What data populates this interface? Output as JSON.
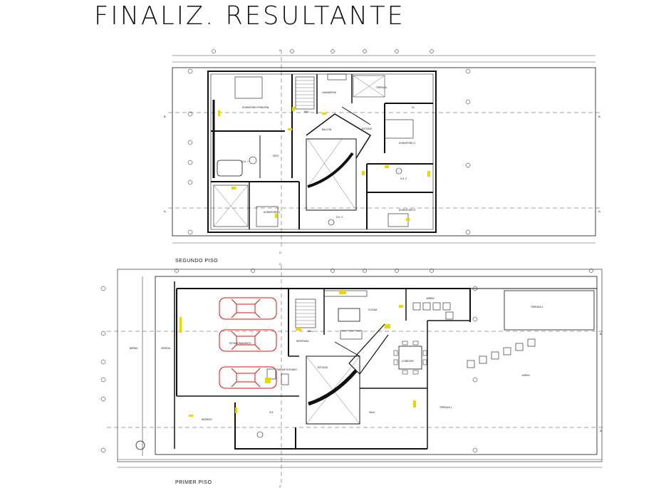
{
  "title": "FINALIZ. RESULTANTE",
  "plans": {
    "upper": {
      "label": "SEGUNDO PISO"
    },
    "lower": {
      "label": "PRIMER PISO"
    }
  },
  "section_marks": {
    "a": "A",
    "b": "B",
    "c": "C"
  },
  "rooms_upper": {
    "dormitorio_principal": "DORMITORIO PRINCIPAL",
    "lavanderia": "LAVANDERIA",
    "terraza": "TERRAZA",
    "hall": "HALL",
    "balcon": "BALCON",
    "estudio": "ESTUDIO",
    "dormitorio_2": "DORMITORIO 2",
    "dormitorio_1": "DORMITORIO 1",
    "dormitorio_3": "DORMITORIO 3",
    "ssh_1": "S.H. 1",
    "ssh_2": "S.H. 2",
    "ssh_3": "S.H. 3",
    "vest": "VEST.",
    "closet": "CL."
  },
  "rooms_lower": {
    "estacionamiento": "ESTACIONAMIENTO",
    "cocina": "COCINA",
    "comedor": "COMEDOR",
    "jardin": "JARDIN",
    "terraza_1": "TERRAZA 1",
    "terraza_2": "TERRAZA 2",
    "sala": "SALA",
    "hall": "HALL",
    "despensa": "DESPENSA",
    "estudio": "ESTUDIO",
    "ingreso": "INGRESO",
    "berma": "BERMA",
    "vereda": "VEREDA",
    "ssh": "S.H.",
    "tanque": "TANQUE ELEVADO"
  },
  "colors": {
    "car": "#e01010",
    "dimension": "#22aa22",
    "door": "#e8d800",
    "line": "#111111"
  }
}
